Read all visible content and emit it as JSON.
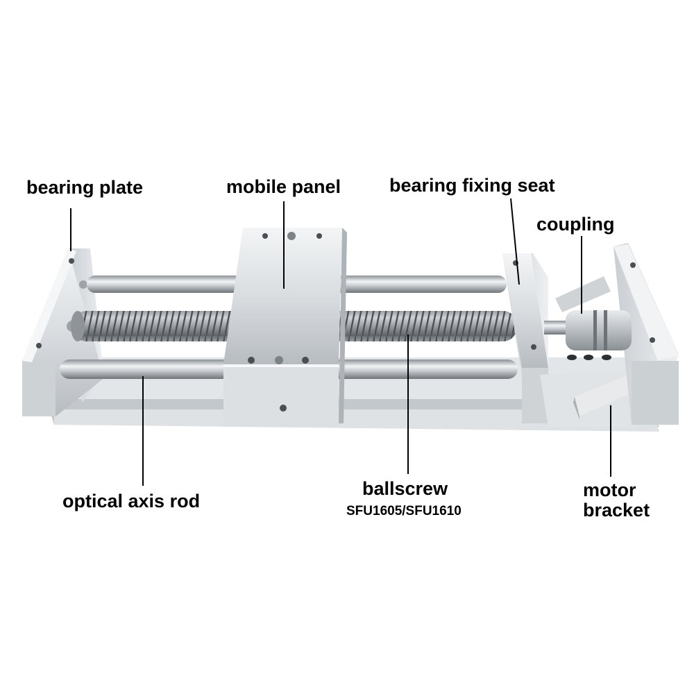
{
  "labels": {
    "bearing_plate": "bearing plate",
    "mobile_panel": "mobile panel",
    "bearing_fixing_seat": "bearing fixing seat",
    "coupling": "coupling",
    "optical_axis_rod": "optical axis rod",
    "ballscrew": "ballscrew",
    "ballscrew_model": "SFU1605/SFU1610",
    "motor_bracket_line1": "motor",
    "motor_bracket_line2": "bracket"
  },
  "colors": {
    "background": "#ffffff",
    "aluminum": "#d9dde0",
    "aluminum_dark": "#a9afb4",
    "steel_rod": "#b8bdc2",
    "leader_line": "#000000",
    "text": "#000000"
  }
}
